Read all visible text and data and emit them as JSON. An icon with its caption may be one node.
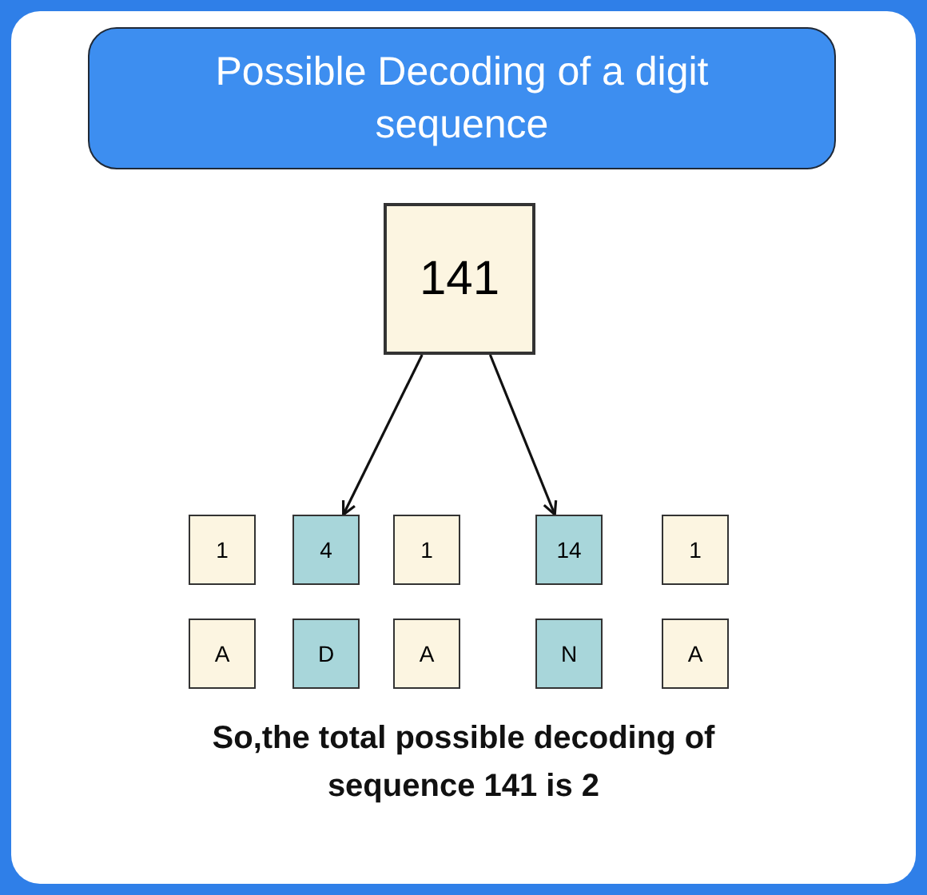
{
  "diagram": {
    "title": "Possible Decoding of a digit sequence",
    "nodes": [
      {
        "text": [
          "141"
        ]
      },
      {
        "text": [
          "1"
        ]
      },
      {
        "text": [
          "4"
        ]
      },
      {
        "text": [
          "1"
        ]
      },
      {
        "text": [
          "14"
        ]
      },
      {
        "text": [
          "1"
        ]
      },
      {
        "text": [
          "A"
        ]
      },
      {
        "text": [
          "D"
        ]
      },
      {
        "text": [
          "A"
        ]
      },
      {
        "text": [
          "N"
        ]
      },
      {
        "text": [
          "A"
        ]
      }
    ],
    "edges": [
      {
        "from": 0,
        "to": 2,
        "arrow": "to"
      },
      {
        "from": 0,
        "to": 4,
        "arrow": "to"
      }
    ],
    "caption": "So,the total possible decoding of sequence 141 is 2"
  }
}
